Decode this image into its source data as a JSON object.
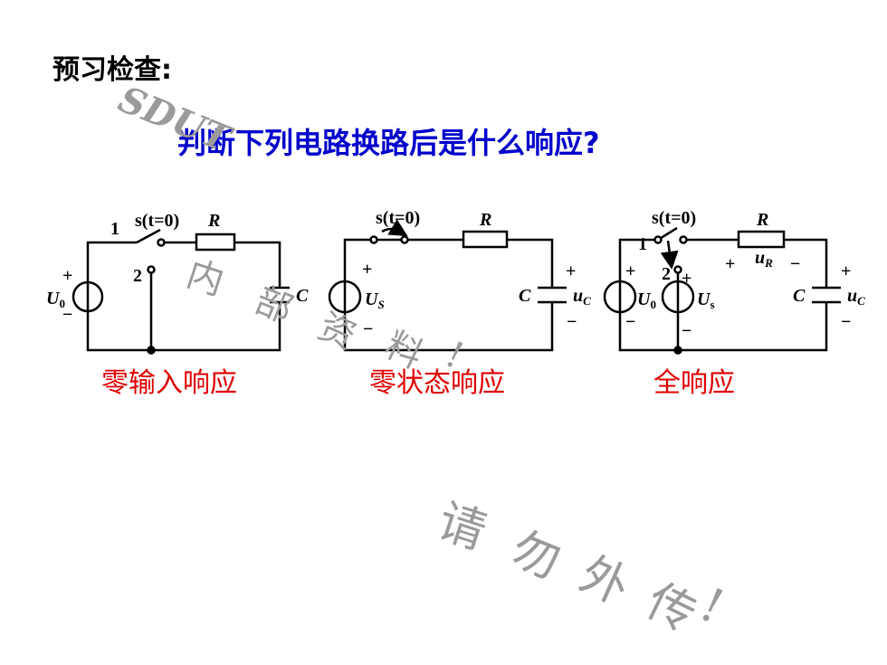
{
  "heading": "预习检查:",
  "question": "判断下列电路换路后是什么响应?",
  "watermark": {
    "sdut": "SDUT",
    "line1": [
      "内",
      "部",
      "资",
      "料",
      "!"
    ],
    "line2": [
      "请",
      "勿",
      "外",
      "传",
      "!"
    ]
  },
  "circuits": {
    "c1": {
      "caption": "零输入响应",
      "switch": "s(t=0)",
      "pos1": "1",
      "pos2": "2",
      "resistor": "R",
      "capacitor": "C",
      "source_plus": "+",
      "source_minus": "−",
      "source_sym": "U",
      "source_sub": "0"
    },
    "c2": {
      "caption": "零状态响应",
      "switch": "s(t=0)",
      "resistor": "R",
      "capacitor": "C",
      "source_plus": "+",
      "source_minus": "−",
      "source_sym": "U",
      "source_sub": "S",
      "vc_plus": "+",
      "vc_minus": "−",
      "vc_sym": "u",
      "vc_sub": "C"
    },
    "c3": {
      "caption": "全响应",
      "switch": "s(t=0)",
      "pos1": "1",
      "pos2": "2",
      "resistor": "R",
      "ur_plus": "+",
      "ur_minus": "−",
      "ur_sym": "u",
      "ur_sub": "R",
      "capacitor": "C",
      "vc_plus": "+",
      "vc_minus": "−",
      "vc_sym": "u",
      "vc_sub": "C",
      "src1_plus": "+",
      "src1_minus": "−",
      "src1_sym": "U",
      "src1_sub": "0",
      "src2_plus": "+",
      "src2_minus": "−",
      "src2_sym": "U",
      "src2_sub": "s"
    }
  }
}
